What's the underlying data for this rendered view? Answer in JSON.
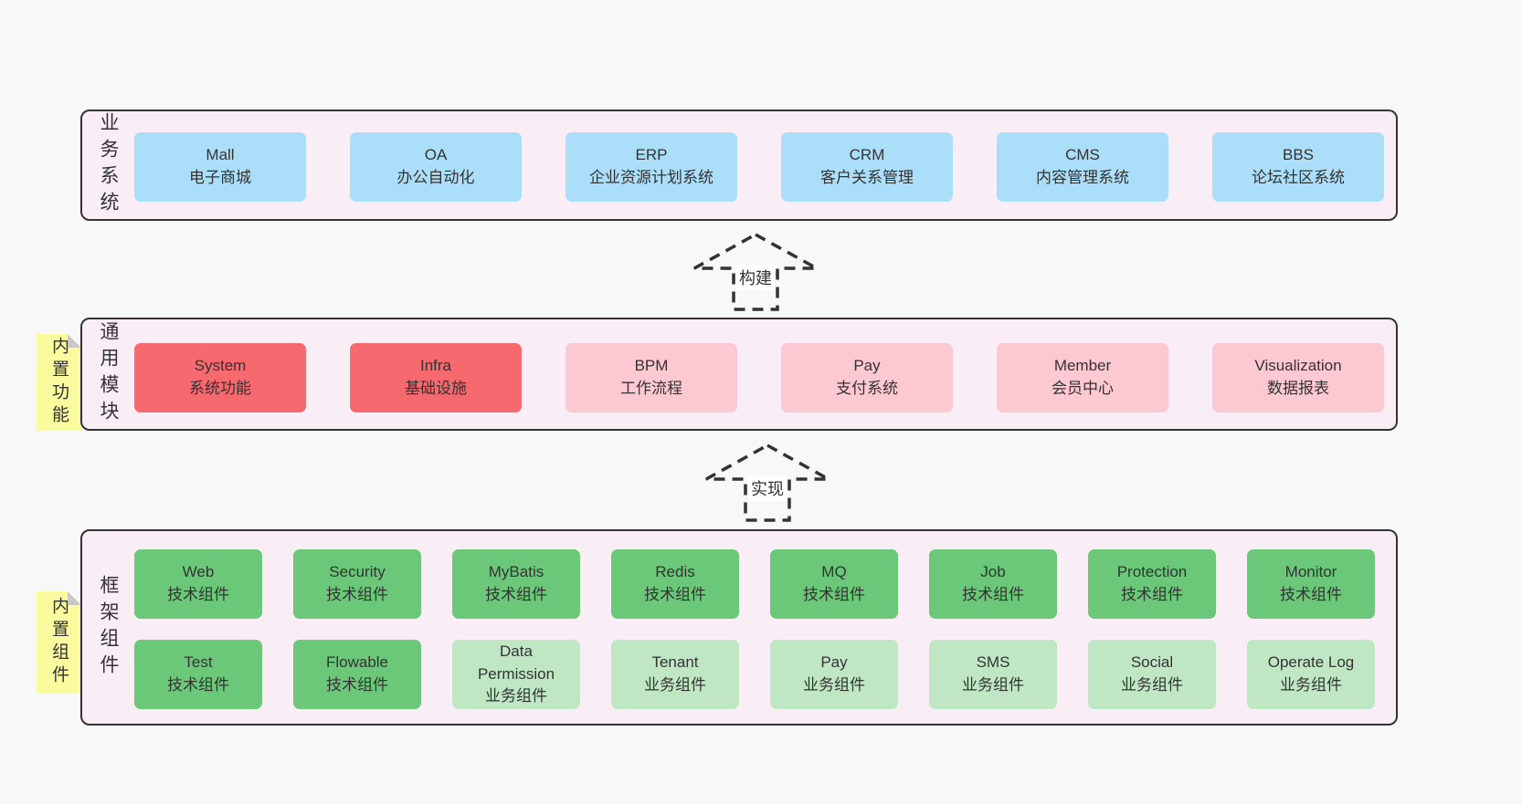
{
  "colors": {
    "page-bg": "#f8f8f8",
    "container-bg": "#f9eef6",
    "container-border": "#333333",
    "box-blue": "#abdef8",
    "box-red": "#f5696f",
    "box-pink": "#fcc9d2",
    "box-green": "#6bc878",
    "box-green-light": "#bfe7c4",
    "tag-bg": "#fafa9e",
    "tag-fold": "#c9c9c9",
    "text": "#333333"
  },
  "arrows": {
    "build": "构建",
    "implement": "实现"
  },
  "sections": {
    "business": {
      "side_label": "业务系统",
      "boxes": [
        {
          "title": "Mall",
          "subtitle": "电子商城"
        },
        {
          "title": "OA",
          "subtitle": "办公自动化"
        },
        {
          "title": "ERP",
          "subtitle": "企业资源计划系统"
        },
        {
          "title": "CRM",
          "subtitle": "客户关系管理"
        },
        {
          "title": "CMS",
          "subtitle": "内容管理系统"
        },
        {
          "title": "BBS",
          "subtitle": "论坛社区系统"
        }
      ]
    },
    "modules": {
      "side_label": "通用模块",
      "tag_label": "内置功能",
      "boxes": [
        {
          "title": "System",
          "subtitle": "系统功能",
          "variant": "red"
        },
        {
          "title": "Infra",
          "subtitle": "基础设施",
          "variant": "red"
        },
        {
          "title": "BPM",
          "subtitle": "工作流程",
          "variant": "pink"
        },
        {
          "title": "Pay",
          "subtitle": "支付系统",
          "variant": "pink"
        },
        {
          "title": "Member",
          "subtitle": "会员中心",
          "variant": "pink"
        },
        {
          "title": "Visualization",
          "subtitle": "数据报表",
          "variant": "pink"
        }
      ]
    },
    "framework": {
      "side_label": "框架组件",
      "tag_label": "内置组件",
      "rows": [
        [
          {
            "title": "Web",
            "subtitle": "技术组件",
            "variant": "green"
          },
          {
            "title": "Security",
            "subtitle": "技术组件",
            "variant": "green"
          },
          {
            "title": "MyBatis",
            "subtitle": "技术组件",
            "variant": "green"
          },
          {
            "title": "Redis",
            "subtitle": "技术组件",
            "variant": "green"
          },
          {
            "title": "MQ",
            "subtitle": "技术组件",
            "variant": "green"
          },
          {
            "title": "Job",
            "subtitle": "技术组件",
            "variant": "green"
          },
          {
            "title": "Protection",
            "subtitle": "技术组件",
            "variant": "green"
          },
          {
            "title": "Monitor",
            "subtitle": "技术组件",
            "variant": "green"
          }
        ],
        [
          {
            "title": "Test",
            "subtitle": "技术组件",
            "variant": "green"
          },
          {
            "title": "Flowable",
            "subtitle": "技术组件",
            "variant": "green"
          },
          {
            "title": "Data Permission",
            "subtitle": "业务组件",
            "variant": "green-light"
          },
          {
            "title": "Tenant",
            "subtitle": "业务组件",
            "variant": "green-light"
          },
          {
            "title": "Pay",
            "subtitle": "业务组件",
            "variant": "green-light"
          },
          {
            "title": "SMS",
            "subtitle": "业务组件",
            "variant": "green-light"
          },
          {
            "title": "Social",
            "subtitle": "业务组件",
            "variant": "green-light"
          },
          {
            "title": "Operate Log",
            "subtitle": "业务组件",
            "variant": "green-light"
          }
        ]
      ]
    }
  }
}
